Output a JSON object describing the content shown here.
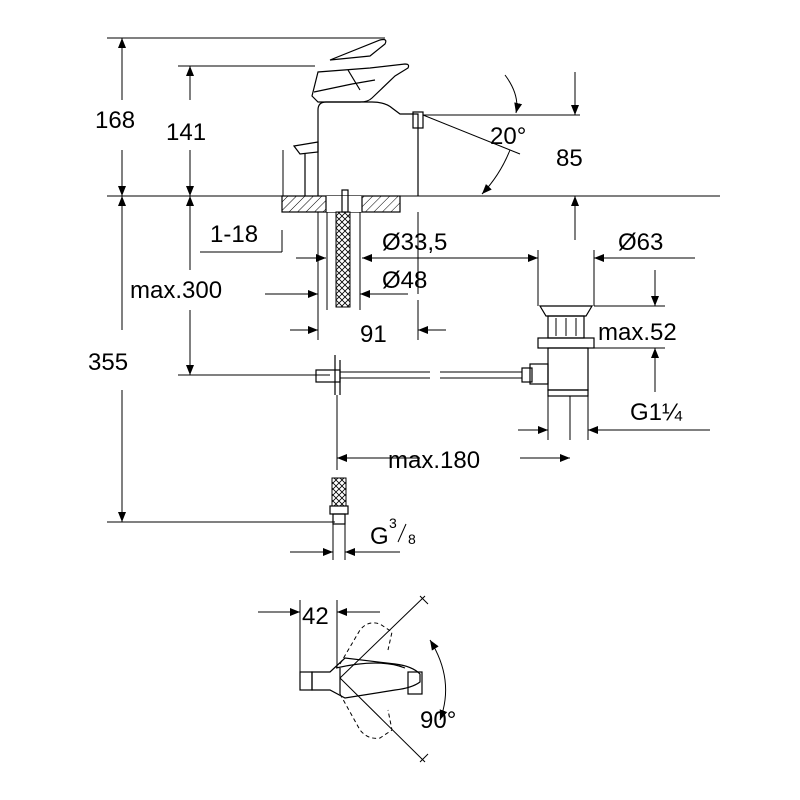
{
  "dimensions": {
    "total_height": "168",
    "spout_height": "141",
    "spout_angle": "20°",
    "outlet_height": "85",
    "deck_thickness": "1-18",
    "hole_diameter": "Ø33,5",
    "body_diameter": "Ø48",
    "pipe_depth": "max.300",
    "spout_reach": "91",
    "waste_diameter": "Ø63",
    "waste_height": "max.52",
    "below_height": "355",
    "waste_thread": "G1¼",
    "rod_length": "max.180",
    "connection_prefix": "G",
    "connection_sup": "3",
    "connection_sub": "8",
    "lever_offset": "42",
    "lever_angle": "90°"
  }
}
